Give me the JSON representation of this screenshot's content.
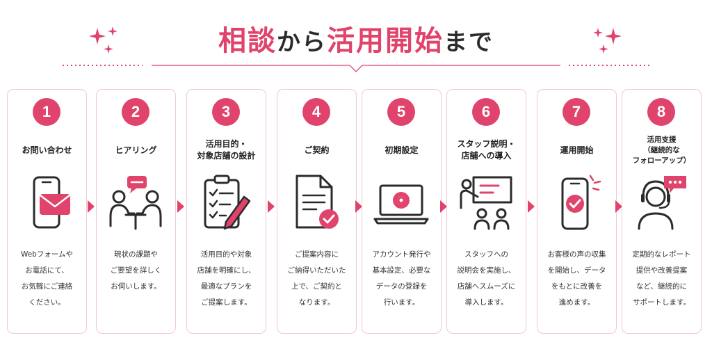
{
  "header": {
    "title_part1": "相談",
    "title_part2": "から",
    "title_part3": "活用開始",
    "title_part4": "まで"
  },
  "colors": {
    "accent": "#e0436b",
    "text": "#2b2b2b",
    "card_border": "#f3c6d2"
  },
  "steps": [
    {
      "number": "1",
      "title": "お問い合わせ",
      "icon": "smartphone-mail-icon",
      "desc": [
        "Webフォームや",
        "お電話にて、",
        "お気軽にご連絡",
        "ください。"
      ]
    },
    {
      "number": "2",
      "title": "ヒアリング",
      "icon": "meeting-icon",
      "desc": [
        "現状の課題や",
        "ご要望を詳しく",
        "お伺いします。"
      ]
    },
    {
      "number": "3",
      "title": "活用目的・\n対象店舗の設計",
      "icon": "clipboard-checklist-icon",
      "desc": [
        "活用目的や対象",
        "店舗を明確にし、",
        "最適なプランを",
        "ご提案します。"
      ]
    },
    {
      "number": "4",
      "title": "ご契約",
      "icon": "contract-document-icon",
      "desc": [
        "ご提案内容に",
        "ご納得いただいた",
        "上で、ご契約と",
        "なります。"
      ]
    },
    {
      "number": "5",
      "title": "初期設定",
      "icon": "laptop-gear-icon",
      "desc": [
        "アカウント発行や",
        "基本設定、必要な",
        "データの登録を",
        "行います。"
      ]
    },
    {
      "number": "6",
      "title": "スタッフ説明・\n店舗への導入",
      "icon": "presentation-icon",
      "desc": [
        "スタッフへの",
        "説明会を実施し、",
        "店舗へスムーズに",
        "導入します。"
      ]
    },
    {
      "number": "7",
      "title": "運用開始",
      "icon": "smartphone-check-icon",
      "desc": [
        "お客様の声の収集",
        "を開始し、データ",
        "をもとに改善を",
        "進めます。"
      ]
    },
    {
      "number": "8",
      "title": "活用支援\n（継続的な\nフォローアップ）",
      "icon": "support-headset-icon",
      "desc": [
        "定期的なレポート",
        "提供や改善提案",
        "など、継続的に",
        "サポートします。"
      ]
    }
  ]
}
